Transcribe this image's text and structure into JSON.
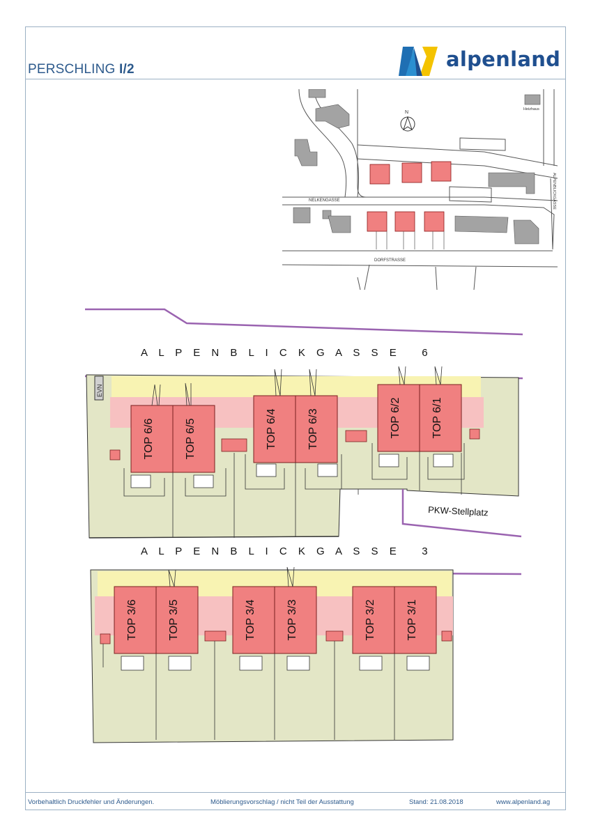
{
  "header": {
    "project_name": "PERSCHLING",
    "project_number": "I/2",
    "logo_text": "alpenland"
  },
  "site_map": {
    "north_label": "N",
    "road_labels": [
      "NELKENGASSE",
      "DORFSTRASSE",
      "ALPENBLICKGASSE",
      "Heizhaus"
    ]
  },
  "plan": {
    "street_north": "A L P E N B L I C K G A S S E   6",
    "street_south": "A L P E N B L I C K G A S S E   3",
    "evn_label": "EVN",
    "parking_label": "PKW-Stellplatz",
    "units_north": [
      "TOP 6/6",
      "TOP 6/5",
      "TOP 6/4",
      "TOP 6/3",
      "TOP 6/2",
      "TOP 6/1"
    ],
    "units_south": [
      "TOP 3/6",
      "TOP 3/5",
      "TOP 3/4",
      "TOP 3/3",
      "TOP 3/2",
      "TOP 3/1"
    ]
  },
  "footer": {
    "disclaimer": "Vorbehaltlich Druckfehler und Änderungen.",
    "furnishing_note": "Möblierungsvorschlag / nicht Teil der Ausstattung",
    "date": "Stand: 21.08.2018",
    "website": "www.alpenland.ag"
  },
  "colors": {
    "brand_blue": "#1f4f8f",
    "brand_yellow": "#f4c300",
    "house_red": "#f08080",
    "terrace_pink": "#f7c1c1",
    "garden_green": "#e3e6c6",
    "front_yellow": "#f8f3b2",
    "boundary_purple": "#9a63b0"
  }
}
